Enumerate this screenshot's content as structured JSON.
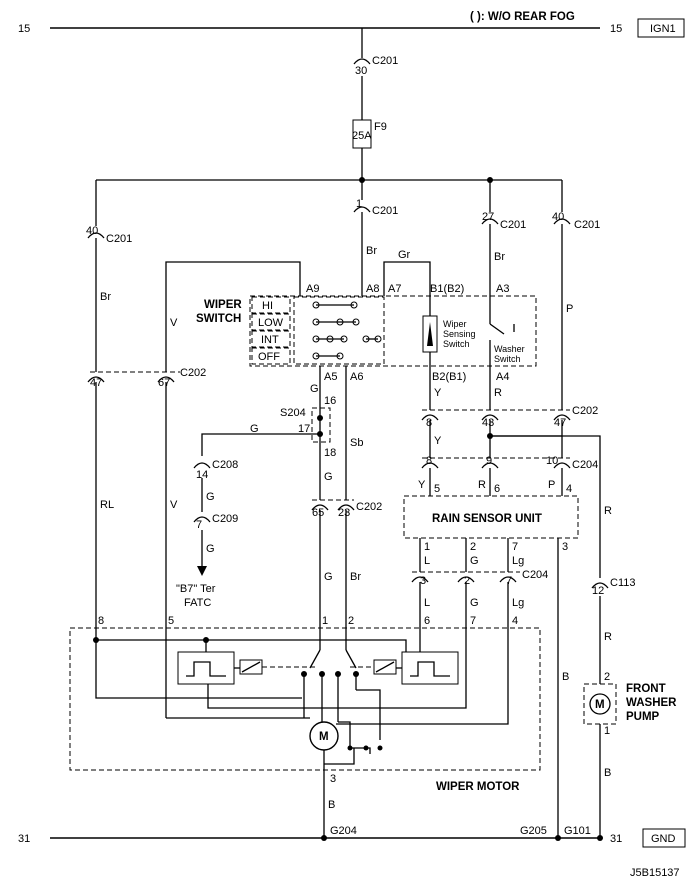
{
  "top_bus": {
    "left": "15",
    "right": "15",
    "note": "( ): W/O REAR FOG",
    "tag": "IGN1"
  },
  "bottom_bus": {
    "left": "31",
    "right": "31",
    "tag": "GND"
  },
  "fuse": {
    "name": "F9",
    "rating": "25A"
  },
  "connectors": {
    "c201_30": {
      "pin": "30",
      "name": "C201"
    },
    "c201_1": {
      "pin": "1",
      "name": "C201"
    },
    "c201_40": {
      "pin": "40",
      "name": "C201"
    },
    "c201_27": {
      "pin": "27",
      "name": "C201"
    },
    "c201_40b": {
      "pin": "40",
      "name": "C201"
    },
    "c202_top": {
      "pins": [
        "47",
        "67"
      ],
      "name": "C202"
    },
    "c202_mid": {
      "pins": [
        "8",
        "43",
        "47"
      ],
      "name": "C202"
    },
    "c202_low": {
      "pins": [
        "65",
        "23"
      ],
      "name": "C202"
    },
    "c204_top": {
      "pins": [
        "8",
        "9",
        "10"
      ],
      "name": "C204"
    },
    "c204_low": {
      "pins": [
        "3",
        "2",
        "7"
      ],
      "name": "C204"
    },
    "c208": {
      "pin": "14",
      "name": "C208"
    },
    "c209": {
      "pin": "7",
      "name": "C209"
    },
    "c113": {
      "pin": "12",
      "name": "C113"
    },
    "s204": {
      "name": "S204",
      "pins": [
        "16",
        "17",
        "18"
      ]
    }
  },
  "wire_colors": {
    "br": "Br",
    "gr": "Gr",
    "v": "V",
    "p": "P",
    "g": "G",
    "sb": "Sb",
    "y": "Y",
    "r": "R",
    "rl": "RL",
    "b": "B",
    "l": "L",
    "lg": "Lg"
  },
  "wiper_switch": {
    "title_line1": "WIPER",
    "title_line2": "SWITCH",
    "positions": [
      "HI",
      "LOW",
      "INT",
      "OFF"
    ],
    "terminals": [
      "A9",
      "A8",
      "A7",
      "B1(B2)",
      "A3",
      "A5",
      "A6",
      "B2(B1)",
      "A4"
    ],
    "sensing_switch": [
      "Wiper",
      "Sensing",
      "Switch"
    ],
    "washer_switch": [
      "Washer",
      "Switch"
    ]
  },
  "rain_sensor": {
    "title": "RAIN SENSOR UNIT",
    "top_pins": [
      "5",
      "6",
      "4"
    ],
    "bottom_pins": [
      "1",
      "2",
      "7",
      "3"
    ]
  },
  "wiper_motor": {
    "title": "WIPER MOTOR",
    "pins": [
      "8",
      "5",
      "1",
      "2",
      "6",
      "7",
      "4",
      "3"
    ],
    "symbol": "M"
  },
  "washer_pump": {
    "line1": "FRONT",
    "line2": "WASHER",
    "line3": "PUMP",
    "pins": [
      "2",
      "1"
    ],
    "symbol": "M"
  },
  "fatc": {
    "line1": "\"B7\" Ter",
    "line2": "FATC"
  },
  "grounds": {
    "g204": "G204",
    "g205": "G205",
    "g101": "G101"
  },
  "figure_id": "J5B15137"
}
